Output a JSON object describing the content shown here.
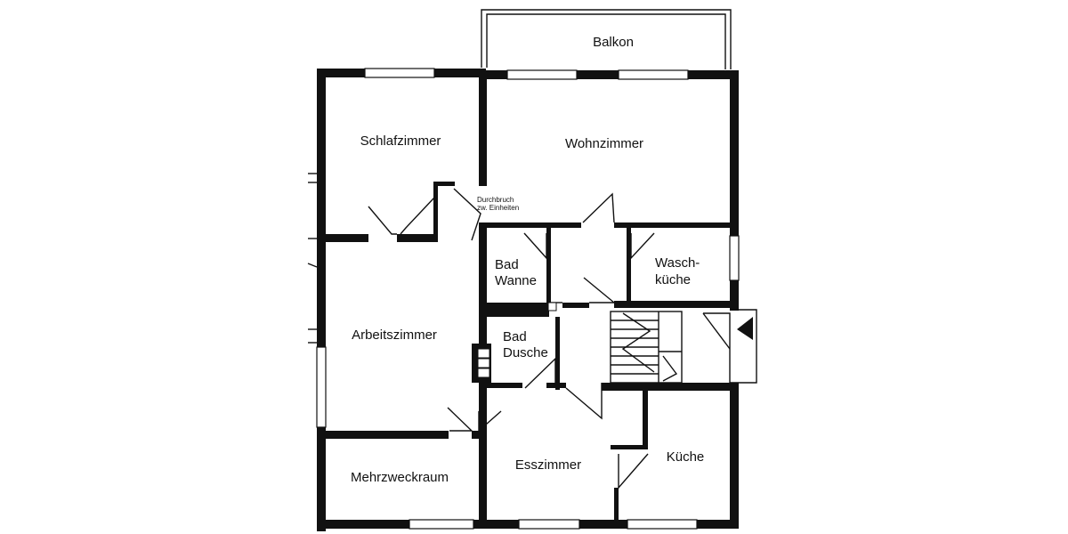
{
  "rooms": {
    "balkon": "Balkon",
    "schlafzimmer": "Schlafzimmer",
    "wohnzimmer": "Wohnzimmer",
    "durchbruch_line1": "Durchbruch",
    "durchbruch_line2": "zw. Einheiten",
    "bad_wanne_line1": "Bad",
    "bad_wanne_line2": "Wanne",
    "waschkueche_line1": "Wasch-",
    "waschkueche_line2": "küche",
    "arbeitszimmer": "Arbeitszimmer",
    "bad_dusche_line1": "Bad",
    "bad_dusche_line2": "Dusche",
    "esszimmer": "Esszimmer",
    "kueche": "Küche",
    "mehrzweckraum": "Mehrzweckraum"
  }
}
